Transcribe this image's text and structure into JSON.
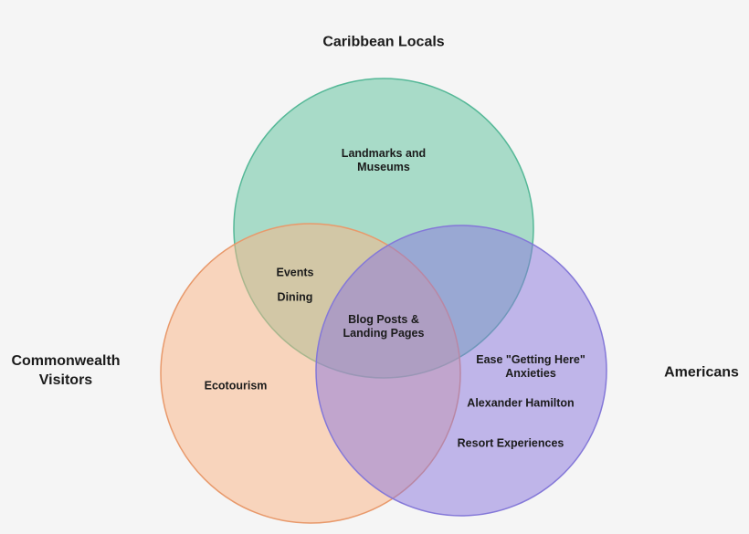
{
  "diagram": {
    "type": "venn",
    "background": "#f5f5f5",
    "text_color": "#1b1b1b",
    "sets": {
      "caribbean_locals": {
        "label": "Caribbean Locals",
        "fill": "rgba(91,194,156,0.5)",
        "stroke": "#55b897"
      },
      "commonwealth_visitors": {
        "label": "Commonwealth\nVisitors",
        "fill": "rgba(251,179,131,0.5)",
        "stroke": "#e8996b"
      },
      "americans": {
        "label": "Americans",
        "fill": "rgba(137,117,221,0.5)",
        "stroke": "#8478d8"
      }
    },
    "regions": {
      "caribbean_only": "Landmarks and\nMuseums",
      "caribbean_commonwealth": {
        "events": "Events",
        "dining": "Dining"
      },
      "all_three": "Blog Posts &\nLanding Pages",
      "commonwealth_only": "Ecotourism",
      "americans_only": {
        "ease_anxieties": "Ease \"Getting Here\"\nAnxieties",
        "alexander_hamilton": "Alexander Hamilton",
        "resort_experiences": "Resort Experiences"
      }
    }
  }
}
